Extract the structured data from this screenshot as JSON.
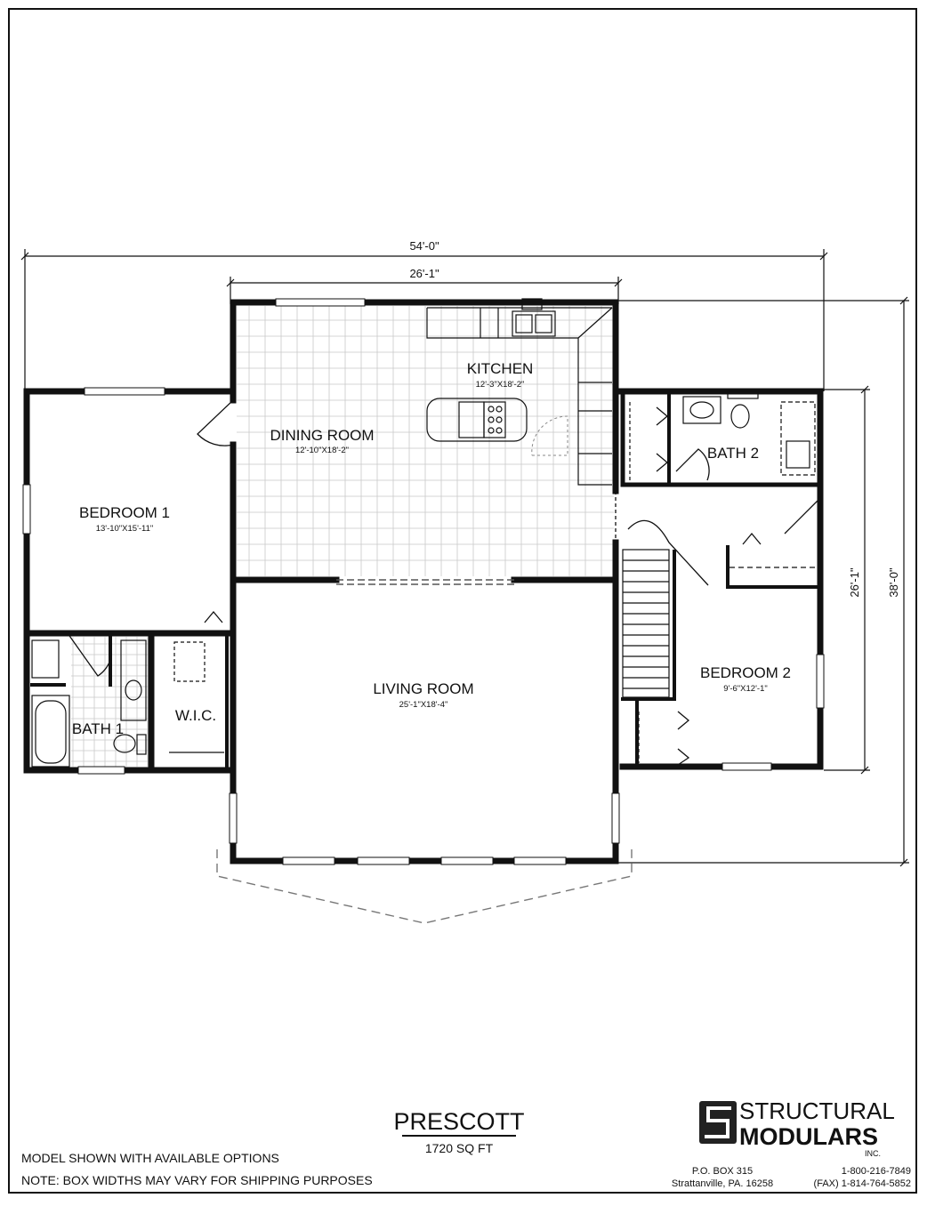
{
  "plan": {
    "overall_width": "54'-0\"",
    "center_width": "26'-1\"",
    "right_depth_inner": "26'-1\"",
    "right_depth_outer": "38'-0\""
  },
  "rooms": {
    "kitchen": {
      "name": "KITCHEN",
      "dim": "12'-3\"X18'-2\""
    },
    "dining": {
      "name": "DINING ROOM",
      "dim": "12'-10\"X18'-2\""
    },
    "bedroom1": {
      "name": "BEDROOM 1",
      "dim": "13'-10\"X15'-11\""
    },
    "bath2": {
      "name": "BATH 2"
    },
    "bedroom2": {
      "name": "BEDROOM 2",
      "dim": "9'-6\"X12'-1\""
    },
    "living": {
      "name": "LIVING ROOM",
      "dim": "25'-1\"X18'-4\""
    },
    "bath1": {
      "name": "BATH 1"
    },
    "wic": {
      "name": "W.I.C."
    }
  },
  "model": {
    "name": "PRESCOTT",
    "area": "1720 SQ FT"
  },
  "notes": {
    "line1": "MODEL SHOWN WITH AVAILABLE OPTIONS",
    "line2": "NOTE: BOX WIDTHS MAY VARY FOR SHIPPING PURPOSES"
  },
  "company": {
    "name_top": "STRUCTURAL",
    "name_bottom": "MODULARS",
    "suffix": "INC.",
    "po_box": "P.O. BOX 315",
    "city": "Strattanville, PA. 16258",
    "phone": "1-800-216-7849",
    "fax": "(FAX) 1-814-764-5852",
    "logo_icon": "structural-modulars-logo-icon"
  },
  "colors": {
    "line": "#111111",
    "grid": "#c8c8c8",
    "frame": "#111111"
  }
}
